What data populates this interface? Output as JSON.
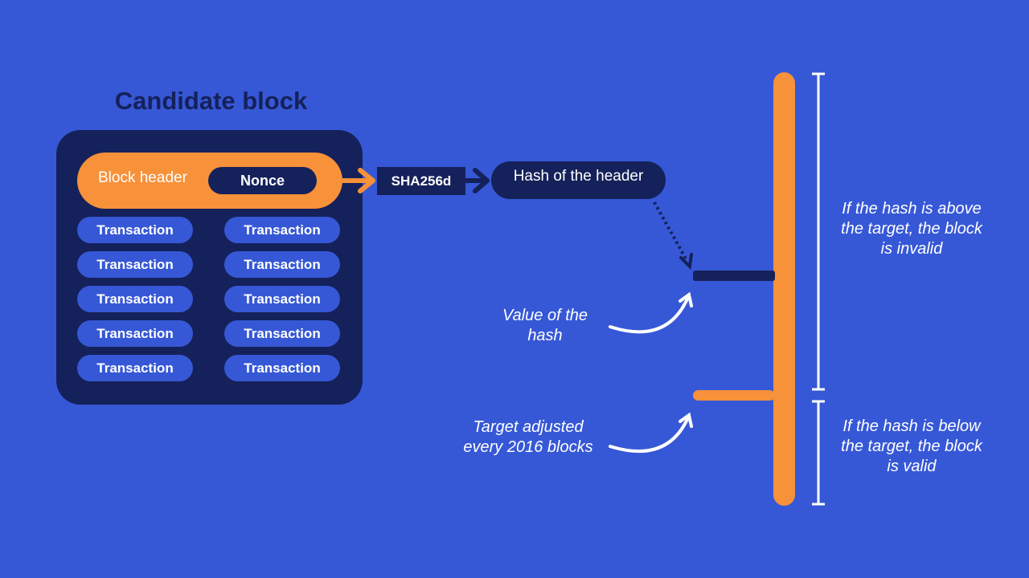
{
  "title": "Candidate block",
  "block_header_label": "Block header",
  "nonce_label": "Nonce",
  "transactions": [
    "Transaction",
    "Transaction",
    "Transaction",
    "Transaction",
    "Transaction",
    "Transaction",
    "Transaction",
    "Transaction",
    "Transaction",
    "Transaction"
  ],
  "hash_function_label": "SHA256d",
  "hash_output_label": "Hash of the header",
  "hash_value_note": "Value of the hash",
  "target_note": "Target adjusted every 2016 blocks",
  "above_target_note": "If the hash is above the target, the block is invalid",
  "below_target_note": "If the hash is below the target, the block is valid",
  "colors": {
    "background": "#3658d6",
    "dark_navy": "#15215a",
    "orange": "#f7913a",
    "white": "#ffffff"
  }
}
